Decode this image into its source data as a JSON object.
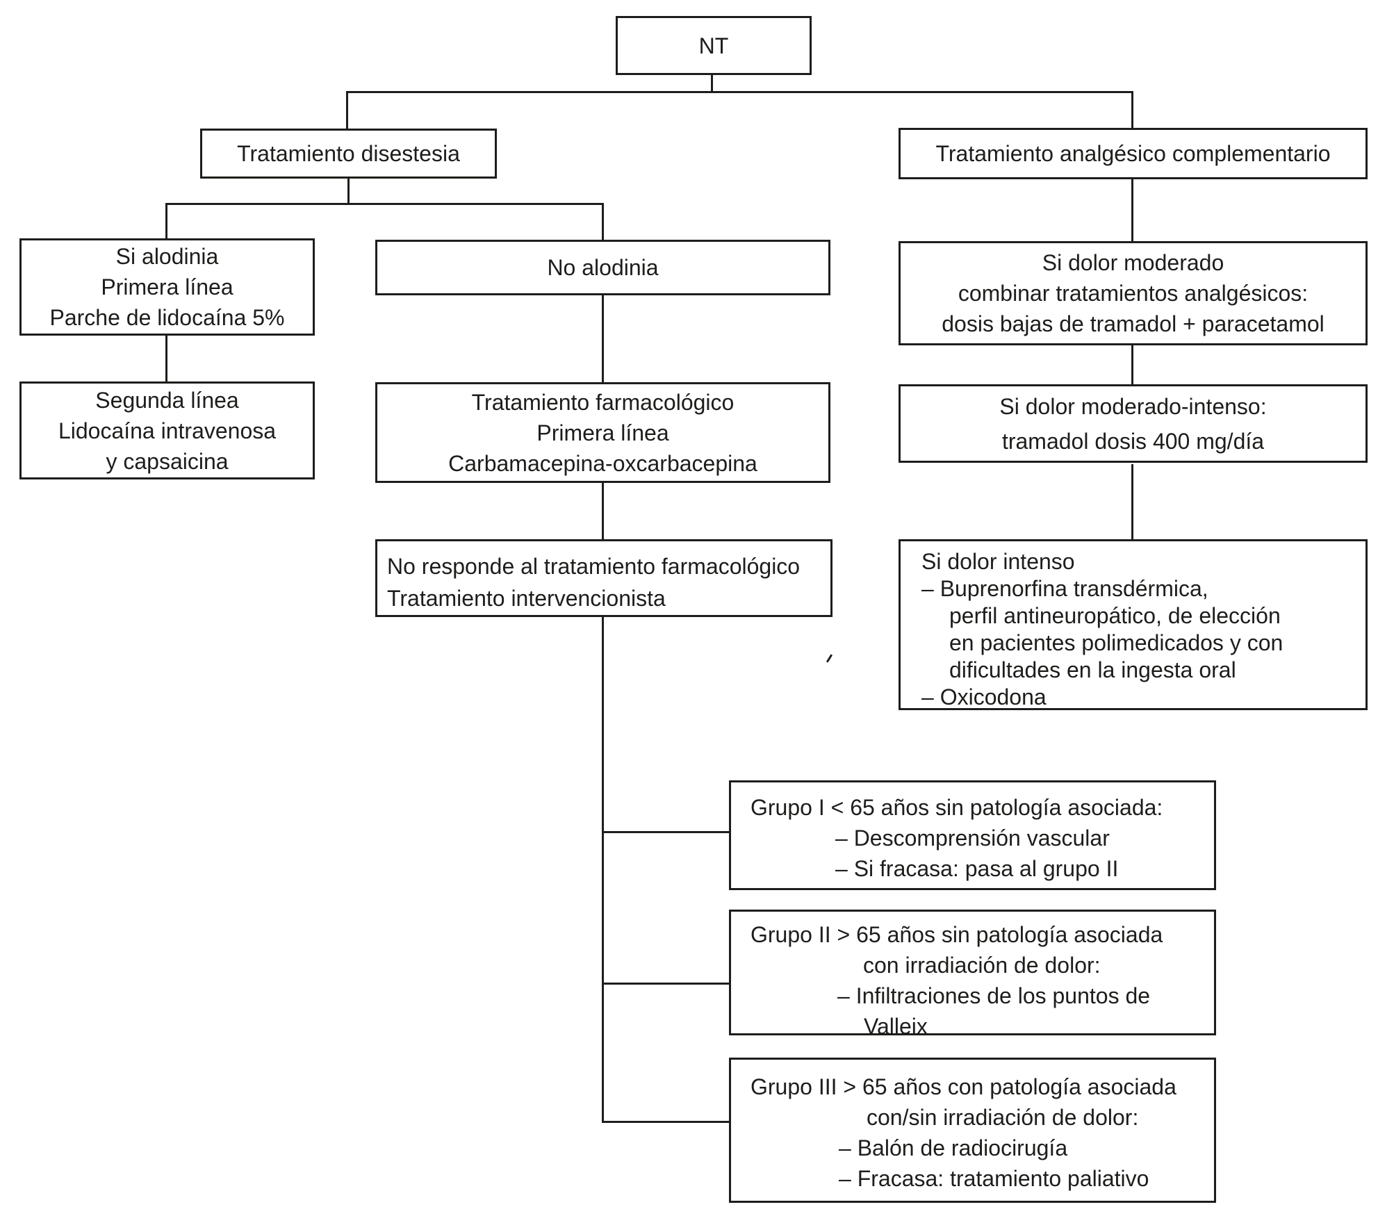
{
  "diagram_title": "NT",
  "colors": {
    "ink": "#1d1d1b",
    "background": "#ffffff"
  },
  "nodes": {
    "nt": {
      "lines": [
        "NT"
      ]
    },
    "disestesia": {
      "lines": [
        "Tratamiento disestesia"
      ]
    },
    "analgesico": {
      "lines": [
        "Tratamiento analgésico complementario"
      ]
    },
    "si_alodinia": {
      "lines": [
        "Si alodinia",
        "Primera línea",
        "Parche de lidocaína 5%"
      ]
    },
    "no_alodinia": {
      "lines": [
        "No alodinia"
      ]
    },
    "dolor_moderado": {
      "lines": [
        "Si dolor moderado",
        "combinar tratamientos analgésicos:",
        "dosis bajas de tramadol + paracetamol"
      ]
    },
    "segunda_linea": {
      "lines": [
        "Segunda línea",
        "Lidocaína intravenosa",
        "y capsaicina"
      ]
    },
    "farmacologico": {
      "lines": [
        "Tratamiento farmacológico",
        "Primera línea",
        "Carbamacepina-oxcarbacepina"
      ]
    },
    "moderado_intenso": {
      "lines": [
        "Si dolor moderado-intenso:",
        "tramadol dosis 400 mg/día"
      ]
    },
    "no_responde": {
      "lines": [
        "No responde al tratamiento farmacológico",
        "Tratamiento intervencionista"
      ]
    },
    "dolor_intenso": {
      "lines": [
        "Si dolor intenso",
        "– Buprenorfina transdérmica,",
        "perfil antineuropático, de elección",
        "en pacientes polimedicados y con",
        "dificultades en la ingesta oral",
        "– Oxicodona"
      ]
    },
    "grupo1": {
      "lines": [
        "Grupo I < 65 años sin patología asociada:",
        "– Descomprensión vascular",
        "– Si fracasa: pasa al grupo II"
      ]
    },
    "grupo2": {
      "lines": [
        "Grupo II > 65 años sin patología asociada",
        "con irradiación de dolor:",
        "– Infiltraciones de los puntos de",
        "Valleix"
      ]
    },
    "grupo3": {
      "lines": [
        "Grupo III > 65 años con patología asociada",
        "con/sin irradiación de dolor:",
        "– Balón de radiocirugía",
        "– Fracasa: tratamiento paliativo"
      ]
    }
  }
}
